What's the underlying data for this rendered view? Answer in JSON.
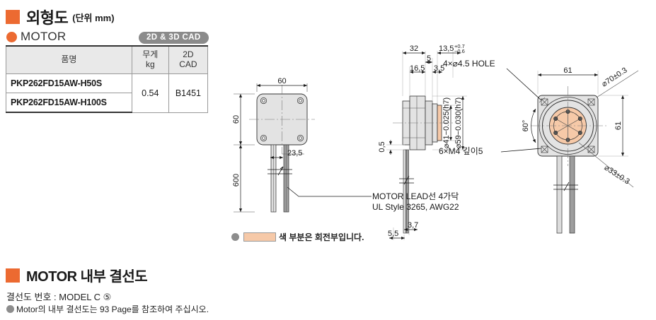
{
  "header": {
    "title": "외형도",
    "unit": "(단위 mm)",
    "motor_label": "MOTOR",
    "cad_badge": "2D & 3D CAD"
  },
  "spec_table": {
    "columns": [
      "품명",
      "무게\nkg",
      "2D\nCAD"
    ],
    "col_name": "품명",
    "col_weight_l1": "무게",
    "col_weight_l2": "kg",
    "col_cad_l1": "2D",
    "col_cad_l2": "CAD",
    "rows": [
      {
        "part_name": "PKP262FD15AW-H50S"
      },
      {
        "part_name": "PKP262FD15AW-H100S"
      }
    ],
    "weight": "0.54",
    "cad_no": "B1451"
  },
  "drawings": {
    "front_view": {
      "width_dim": "60",
      "height_dim": "60",
      "lead_length_dim": "600",
      "lead_offset_dim": "23,5",
      "lead_note_line1": "MOTOR LEAD선 4가닥",
      "lead_note_line2": "UL Style 3265, AWG22"
    },
    "side_view": {
      "dim_32": "32",
      "dim_13_5": "13,5",
      "tol_upper": "+0.7",
      "tol_lower": "−0.6",
      "dim_5": "5",
      "dim_16_5": "16,5",
      "dim_3_5": "3,5",
      "dim_0_5": "0,5",
      "dia_41": "⌀41−0.025(h7)",
      "dia_59": "⌀59−0.030(h7)",
      "dim_3_7": "3,7",
      "dim_5_5": "5,5"
    },
    "rear_view": {
      "hole_note": "4×⌀4.5 HOLE",
      "tap_note": "6×M4 깊이5",
      "dim_61_top": "61",
      "dim_61_right": "61",
      "dia_70": "⌀70±0.3",
      "dia_33": "⌀33±0.3",
      "angle_60": "60°"
    },
    "legend": "색 부분은 회전부입니다."
  },
  "section2": {
    "title": "MOTOR 내부 결선도",
    "wiring_no": "결선도 번호 : MODEL C ⑤",
    "wiring_note": "Motor의 내부 결선도는 93 Page를 참조하여 주십시오."
  },
  "colors": {
    "accent": "#ec6a31",
    "badge": "#8b8b8b",
    "body_fill": "#e3e3e3",
    "rotor_fill": "#f6c9a8"
  }
}
